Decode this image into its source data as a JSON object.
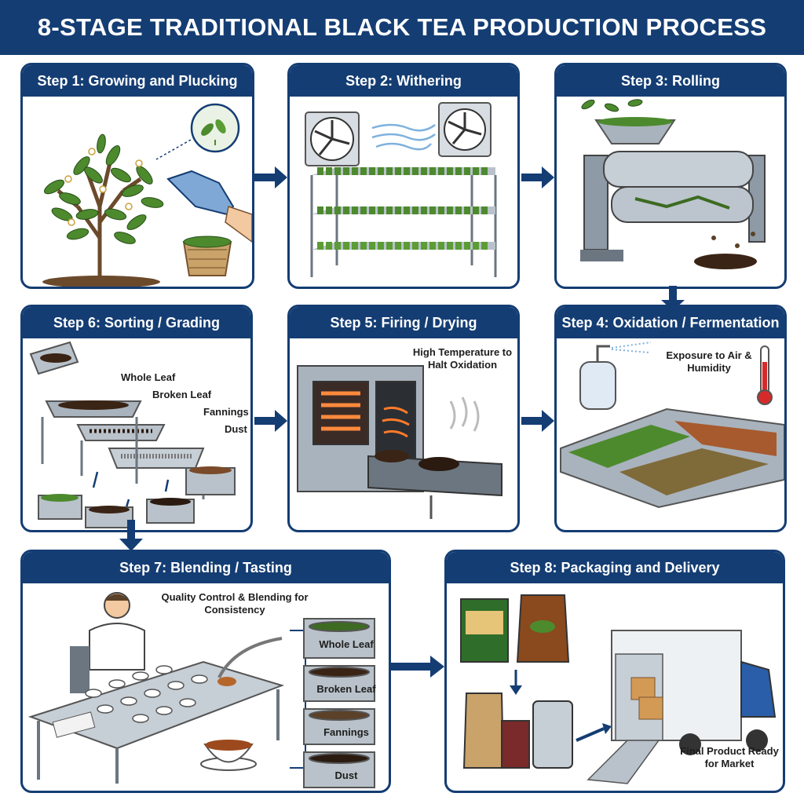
{
  "title": "8-STAGE TRADITIONAL BLACK TEA PRODUCTION PROCESS",
  "colors": {
    "navy": "#143d73",
    "leaf": "#4d8a2e",
    "tea": "#3a2415",
    "steel": "#a9b3bd"
  },
  "steps": {
    "s1": {
      "title": "Step 1: Growing and Plucking"
    },
    "s2": {
      "title": "Step 2: Withering"
    },
    "s3": {
      "title": "Step 3: Rolling"
    },
    "s4": {
      "title": "Step 4: Oxidation / Fermentation",
      "note": "Exposure to Air & Humidity"
    },
    "s5": {
      "title": "Step 5: Firing / Drying",
      "note": "High Temperature to Halt Oxidation"
    },
    "s6": {
      "title": "Step 6: Sorting / Grading",
      "grades": [
        "Whole Leaf",
        "Broken Leaf",
        "Fannings",
        "Dust"
      ]
    },
    "s7": {
      "title": "Step 7: Blending / Tasting",
      "note": "Quality Control & Blending for Consistency",
      "trays": [
        "Whole Leaf",
        "Broken Leaf",
        "Fannings",
        "Dust"
      ]
    },
    "s8": {
      "title": "Step 8: Packaging and Delivery",
      "note": "Final Product Ready for Market"
    }
  }
}
